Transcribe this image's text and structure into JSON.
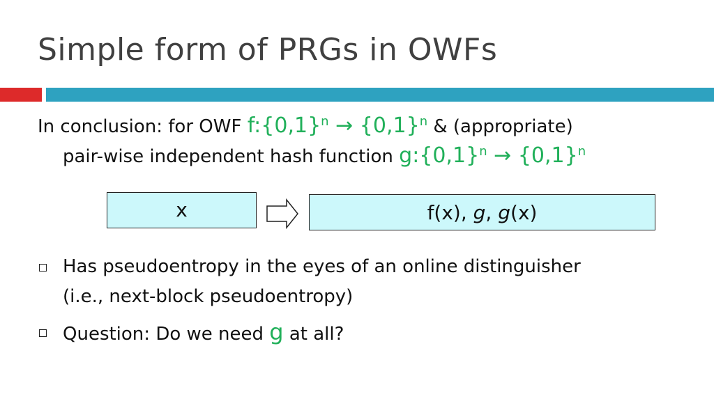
{
  "slide": {
    "title": "Simple form of PRGs in OWFs",
    "accent_red": "#dd2a2a",
    "accent_blue": "#2ea2c0",
    "highlight_green": "#21b05a"
  },
  "paragraph": {
    "intro": "In conclusion: for OWF ",
    "f_map": "f:{0,1}",
    "n1": "n",
    "arrow1": " → {0,1}",
    "n2": "n",
    "mid": " & (appropriate)",
    "line2_text": "pair-wise independent hash function ",
    "g_map": "g:{0,1}",
    "n3": "n",
    "arrow2": " → {0,1}",
    "n4": "n"
  },
  "diagram": {
    "input_label": "x",
    "output_prefix": "f(x), ",
    "output_g1": "g",
    "output_sep": ", ",
    "output_g2": "g",
    "output_suffix": "(x)",
    "box_fill": "#ccf8fb"
  },
  "bullets": {
    "item1_line1": "Has pseudoentropy in the eyes of an online distinguisher",
    "item1_line2": "(i.e., next-block pseudoentropy)",
    "item2_before": "Question: Do we need ",
    "item2_g": "g",
    "item2_after": " at all?"
  }
}
